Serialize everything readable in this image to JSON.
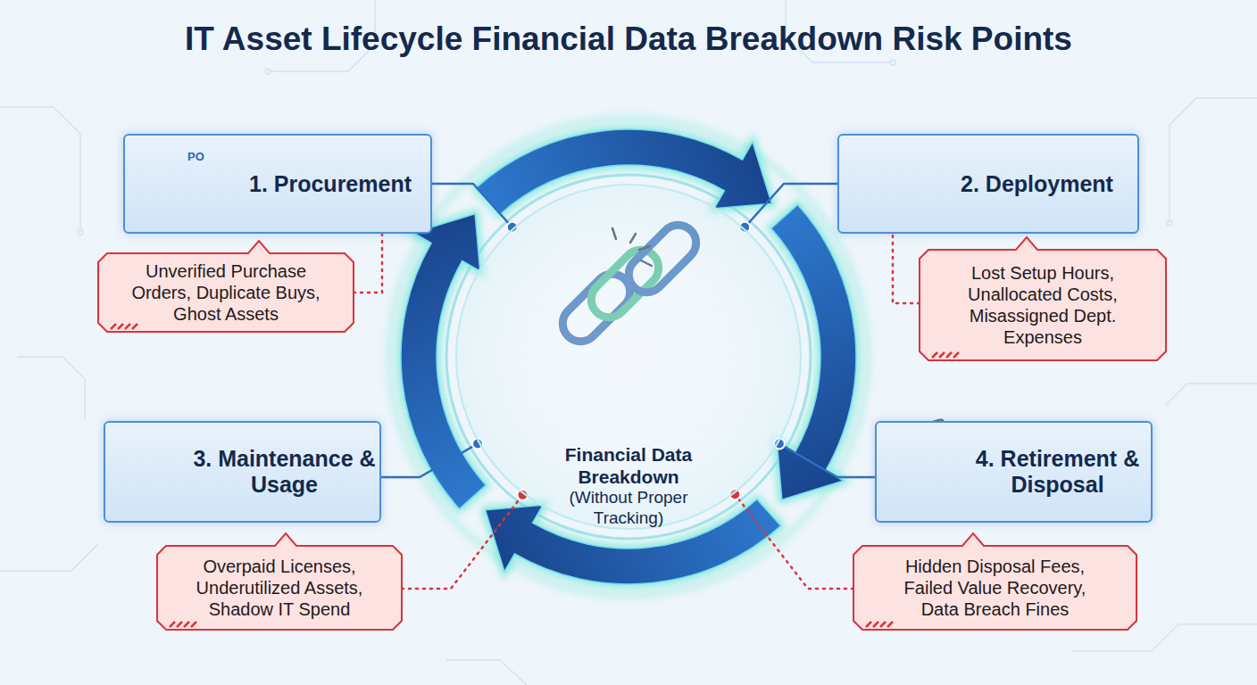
{
  "diagram": {
    "title": "IT Asset Lifecycle Financial Data Breakdown Risk Points",
    "nodes": [
      {
        "text": [
          "1. Procurement"
        ]
      },
      {
        "text": [
          "Unverified Purchase Orders, Duplicate Buys, Ghost Assets"
        ]
      },
      {
        "text": [
          "2. Deployment"
        ]
      },
      {
        "text": [
          "Lost Setup Hours, Unallocated Costs, Misassigned Dept. Expenses"
        ]
      },
      {
        "text": [
          "Financial Data Breakdown",
          "(Without Proper Tracking)"
        ]
      },
      {
        "text": [
          "3. Maintenance & Usage"
        ]
      },
      {
        "text": [
          "Overpaid Licenses, Underutilized Assets, Shadow IT Spend"
        ]
      },
      {
        "text": [
          "4. Retirement & Disposal"
        ]
      },
      {
        "text": [
          "Hidden Disposal Fees, Failed Value Recovery, Data Breach Fines"
        ]
      }
    ],
    "edges": [
      {
        "from": 0,
        "to": 4,
        "arrow": "none"
      },
      {
        "from": 1,
        "to": 0,
        "arrow": "none"
      },
      {
        "from": 2,
        "to": 4,
        "arrow": "none"
      },
      {
        "from": 3,
        "to": 2,
        "arrow": "none"
      },
      {
        "from": 5,
        "to": 4,
        "arrow": "none"
      },
      {
        "from": 6,
        "to": 4,
        "arrow": "none"
      },
      {
        "from": 7,
        "to": 4,
        "arrow": "none"
      },
      {
        "from": 8,
        "to": 4,
        "arrow": "none"
      }
    ],
    "labels": [
      "PO"
    ]
  }
}
